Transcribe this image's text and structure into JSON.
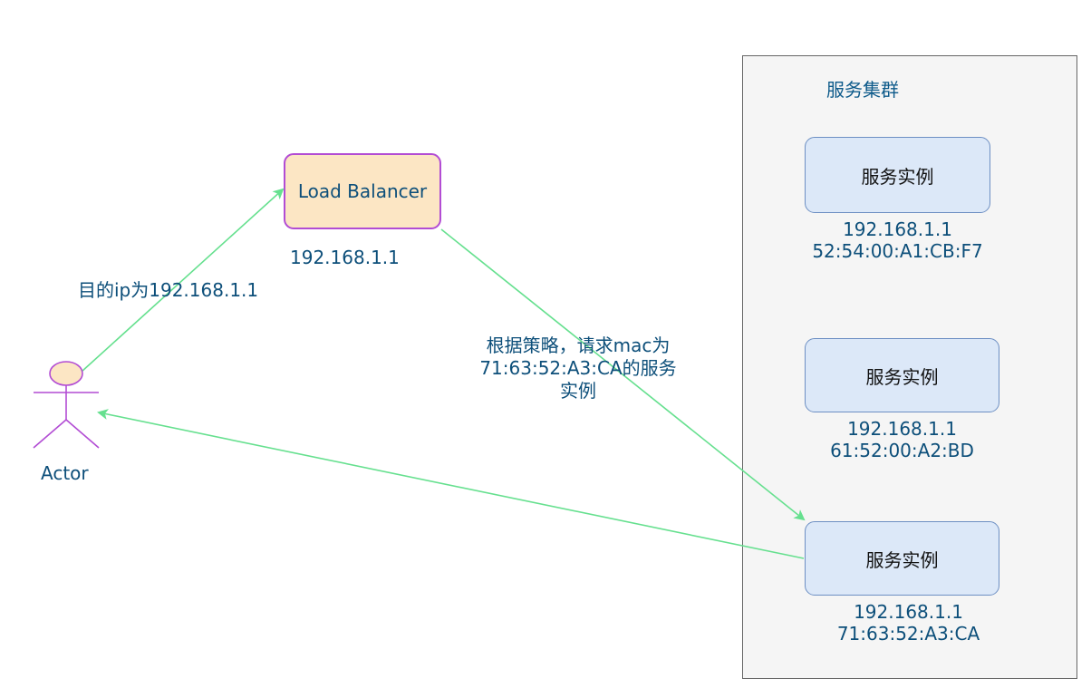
{
  "cluster": {
    "title": "服务集群"
  },
  "load_balancer": {
    "label": "Load Balancer",
    "ip": "192.168.1.1"
  },
  "actor": {
    "label": "Actor"
  },
  "services": [
    {
      "label": "服务实例",
      "ip": "192.168.1.1",
      "mac": "52:54:00:A1:CB:F7"
    },
    {
      "label": "服务实例",
      "ip": "192.168.1.1",
      "mac": "61:52:00:A2:BD"
    },
    {
      "label": "服务实例",
      "ip": "192.168.1.1",
      "mac": "71:63:52:A3:CA"
    }
  ],
  "edges": {
    "actor_to_lb": "目的ip为192.168.1.1",
    "lb_to_service_line1": "根据策略，请求mac为",
    "lb_to_service_line2": "71:63:52:A3:CA的服务",
    "lb_to_service_line3": "实例"
  },
  "colors": {
    "arrow": "#66e08f",
    "actor_stroke": "#b24cd4",
    "actor_head_fill": "#fce6c4",
    "lb_fill": "#fce6c4",
    "lb_stroke": "#b24cd4",
    "service_fill": "#dce8f8",
    "service_stroke": "#6d8fc3",
    "cluster_fill": "#f5f5f5",
    "text": "#0d4f7a"
  }
}
